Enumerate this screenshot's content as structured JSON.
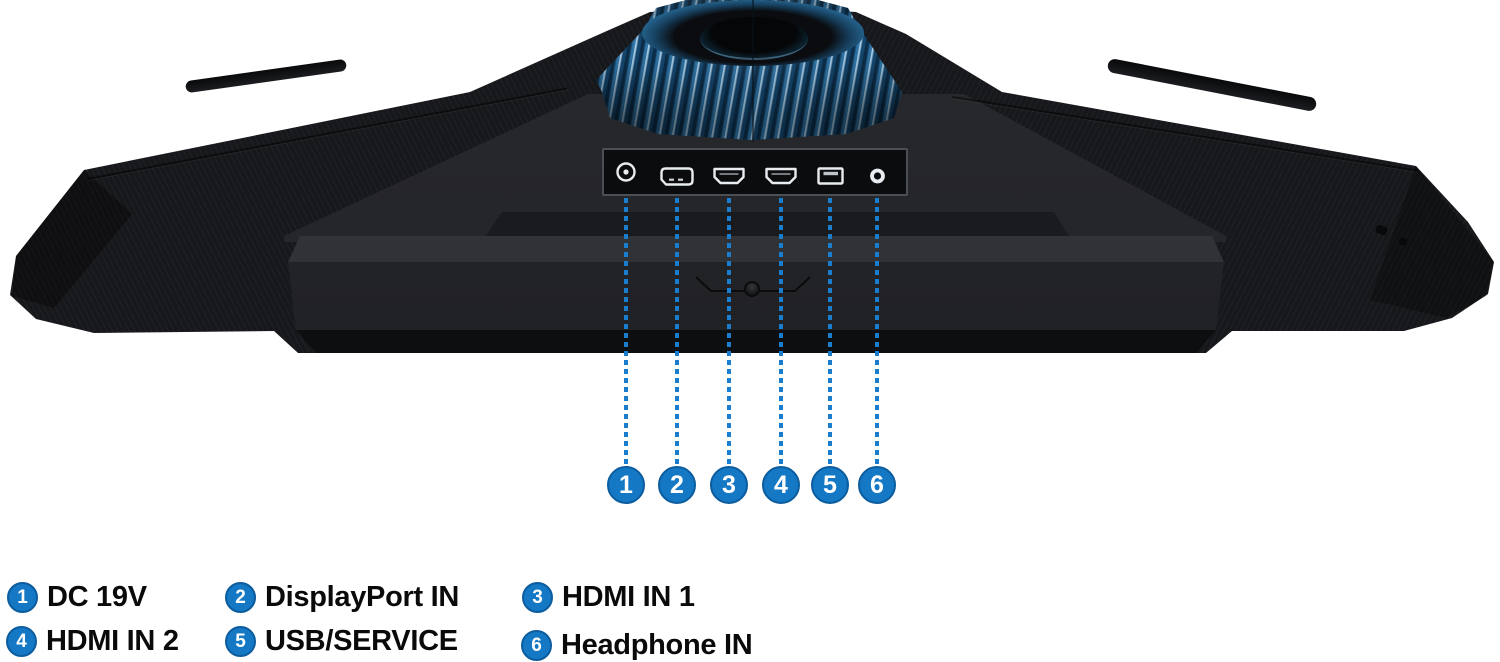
{
  "colors": {
    "accent_blue": "#1478C4",
    "accent_blue_border": "#0C5C9E",
    "dot_blue": "#1B7DCE",
    "text_color": "#0A0A0A",
    "background": "#FFFFFF"
  },
  "callouts": {
    "items": [
      {
        "number": "1",
        "icon": "dc-power-port-icon"
      },
      {
        "number": "2",
        "icon": "displayport-port-icon"
      },
      {
        "number": "3",
        "icon": "hdmi-1-port-icon"
      },
      {
        "number": "4",
        "icon": "hdmi-2-port-icon"
      },
      {
        "number": "5",
        "icon": "usb-port-icon"
      },
      {
        "number": "6",
        "icon": "headphone-jack-icon"
      }
    ]
  },
  "legend": {
    "rows": [
      [
        {
          "number": "1",
          "label": "DC 19V"
        },
        {
          "number": "2",
          "label": "DisplayPort IN"
        },
        {
          "number": "3",
          "label": "HDMI IN 1"
        }
      ],
      [
        {
          "number": "4",
          "label": "HDMI IN 2"
        },
        {
          "number": "5",
          "label": "USB/SERVICE"
        },
        {
          "number": "6",
          "label": "Headphone IN"
        }
      ]
    ]
  }
}
